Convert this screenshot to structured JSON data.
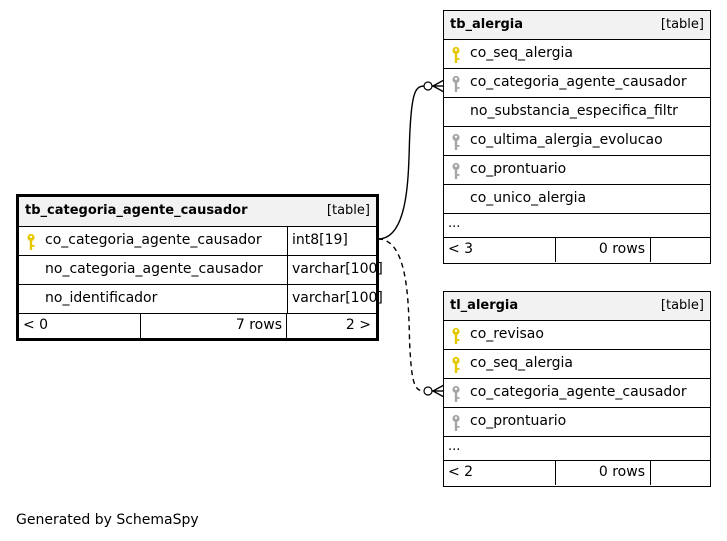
{
  "main_table": {
    "name": "tb_categoria_agente_causador",
    "kind": "[table]",
    "columns": [
      {
        "name": "co_categoria_agente_causador",
        "type": "int8[19]",
        "key": "primary"
      },
      {
        "name": "no_categoria_agente_causador",
        "type": "varchar[100]",
        "key": "none"
      },
      {
        "name": "no_identificador",
        "type": "varchar[100]",
        "key": "none"
      }
    ],
    "footer": {
      "parents": "< 0",
      "rows": "7 rows",
      "children": "2 >"
    }
  },
  "tb_alergia": {
    "name": "tb_alergia",
    "kind": "[table]",
    "columns": [
      {
        "name": "co_seq_alergia",
        "key": "primary"
      },
      {
        "name": "co_categoria_agente_causador",
        "key": "foreign"
      },
      {
        "name": "no_substancia_especifica_filtr",
        "key": "none"
      },
      {
        "name": "co_ultima_alergia_evolucao",
        "key": "foreign"
      },
      {
        "name": "co_prontuario",
        "key": "foreign"
      },
      {
        "name": "co_unico_alergia",
        "key": "none"
      }
    ],
    "ellipsis": "...",
    "footer": {
      "parents": "< 3",
      "rows": "0 rows"
    }
  },
  "tl_alergia": {
    "name": "tl_alergia",
    "kind": "[table]",
    "columns": [
      {
        "name": "co_revisao",
        "key": "primary"
      },
      {
        "name": "co_seq_alergia",
        "key": "primary"
      },
      {
        "name": "co_categoria_agente_causador",
        "key": "foreign"
      },
      {
        "name": "co_prontuario",
        "key": "foreign"
      }
    ],
    "ellipsis": "...",
    "footer": {
      "parents": "< 2",
      "rows": "0 rows"
    }
  },
  "colors": {
    "primary_key": "#e6c800",
    "foreign_key": "#a6a6a6",
    "header_bg": "#f2f2f2"
  },
  "icons": {
    "primary_key": "key-icon",
    "foreign_key": "key-icon"
  },
  "footer_text": "Generated by SchemaSpy"
}
